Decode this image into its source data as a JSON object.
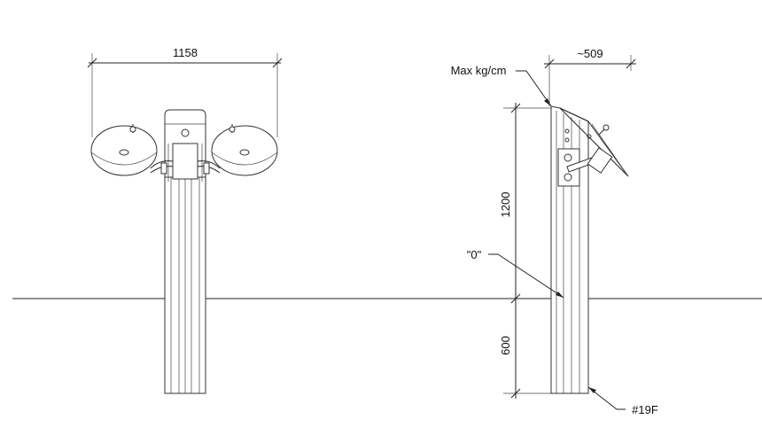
{
  "dimensions": {
    "front_width": "1158",
    "side_depth": "~509",
    "height_above_ground": "1200",
    "depth_below_ground": "600"
  },
  "annotations": {
    "max_load": "Max kg/cm",
    "ground_zero": "\"0\"",
    "part_code": "#19F"
  }
}
